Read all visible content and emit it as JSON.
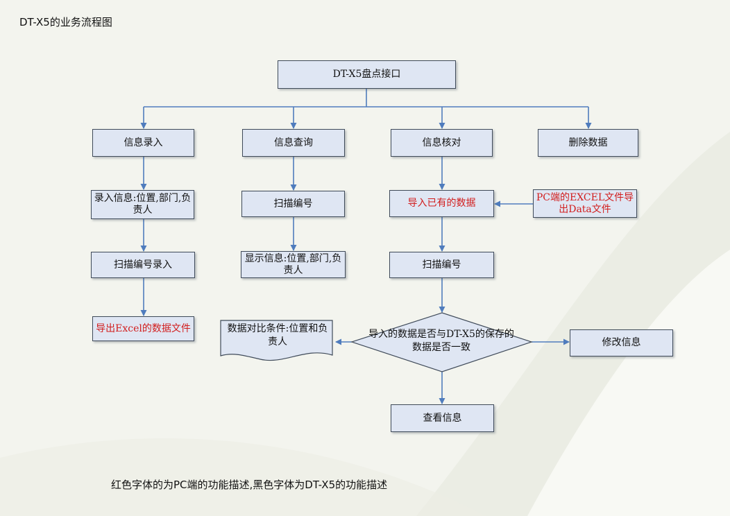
{
  "page": {
    "title": "DT-X5的业务流程图"
  },
  "colors": {
    "box_fill": "#dfe6f3",
    "box_border": "#3f4a59",
    "connector": "#4f7cbd",
    "pc_text": "#d21d1d"
  },
  "nodes": {
    "root": "DT-X5盘点接口",
    "info_entry": "信息录入",
    "info_query": "信息查询",
    "info_check": "信息核对",
    "delete_data": "删除数据",
    "entry_record": "录入信息:位置,部门,负责人",
    "entry_scan": "扫描编号录入",
    "entry_export": "导出Excel的数据文件",
    "query_scan": "扫描编号",
    "query_show": "显示信息:位置,部门,负责人",
    "check_import": "导入已有的数据",
    "pc_export": "PC端的EXCEL文件导出Data文件",
    "check_scan": "扫描编号",
    "decision": "导入的数据是否与DT-X5的保存的数据是否一致",
    "compare_doc": "数据对比条件:位置和负责人",
    "modify_info": "修改信息",
    "view_info": "查看信息"
  },
  "footer": {
    "note": "红色字体的为PC端的功能描述,黑色字体为DT-X5的功能描述"
  }
}
